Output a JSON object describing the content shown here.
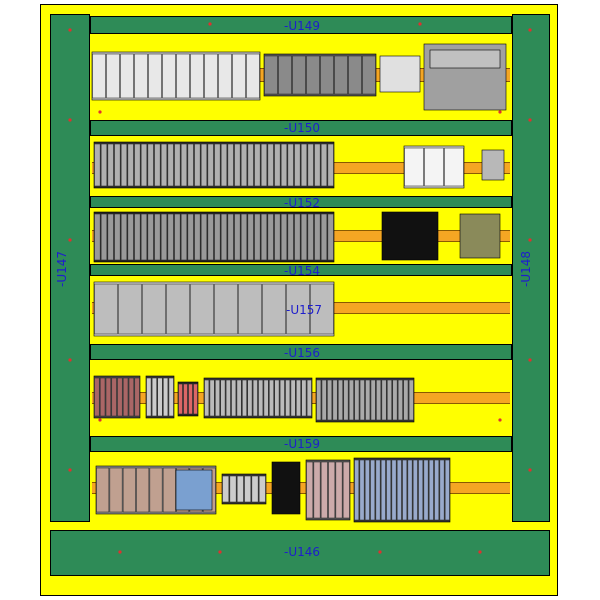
{
  "ducts": {
    "top": "-U149",
    "row2": "-U150",
    "row3": "-U152",
    "row4": "-U154",
    "row5": "-U156",
    "row6": "-U159",
    "bottom": "-U146",
    "left": "-U147",
    "right": "-U148",
    "device": "-U157"
  },
  "colors": {
    "plate": "#ffff00",
    "duct": "#2e8b57",
    "rail": "#f5a623",
    "label": "#1e1ecc",
    "hole": "#e03030"
  }
}
